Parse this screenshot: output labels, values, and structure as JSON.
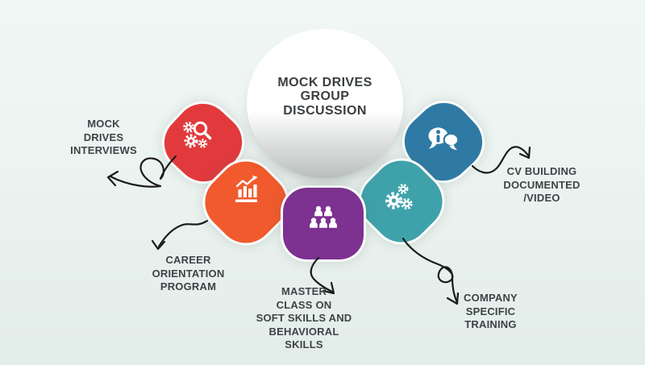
{
  "infographic": {
    "center": {
      "title": "MOCK DRIVES\nGROUP\nDISCUSSION"
    },
    "petals": [
      {
        "name": "mock-drives-interviews",
        "color": "#e23a3c",
        "icon": "gears-magnifier-icon",
        "label": "MOCK\nDRIVES\nINTERVIEWS"
      },
      {
        "name": "career-orientation-program",
        "color": "#f05a2c",
        "icon": "growth-bar-chart-icon",
        "label": "CAREER\nORIENTATION\nPROGRAM"
      },
      {
        "name": "master-class-soft-skills",
        "color": "#7d3190",
        "icon": "people-group-icon",
        "label": "MASTER\nCLASS ON\nSOFT SKILLS AND\nBEHAVIORAL\nSKILLS"
      },
      {
        "name": "company-specific-training",
        "color": "#3fa2ab",
        "icon": "three-gears-icon",
        "label": "COMPANY\nSPECIFIC\nTRAINING"
      },
      {
        "name": "cv-building-documented-video",
        "color": "#2f7aa4",
        "icon": "chat-info-bubbles-icon",
        "label": "CV BUILDING\nDOCUMENTED\n/VIDEO"
      }
    ],
    "styles": {
      "background_top": "#f1f7f5",
      "background_bottom": "#e2ece8",
      "circle_fill": "#ffffff",
      "text_color": "#3e4347",
      "arrow_color": "#1c1c1c"
    }
  }
}
